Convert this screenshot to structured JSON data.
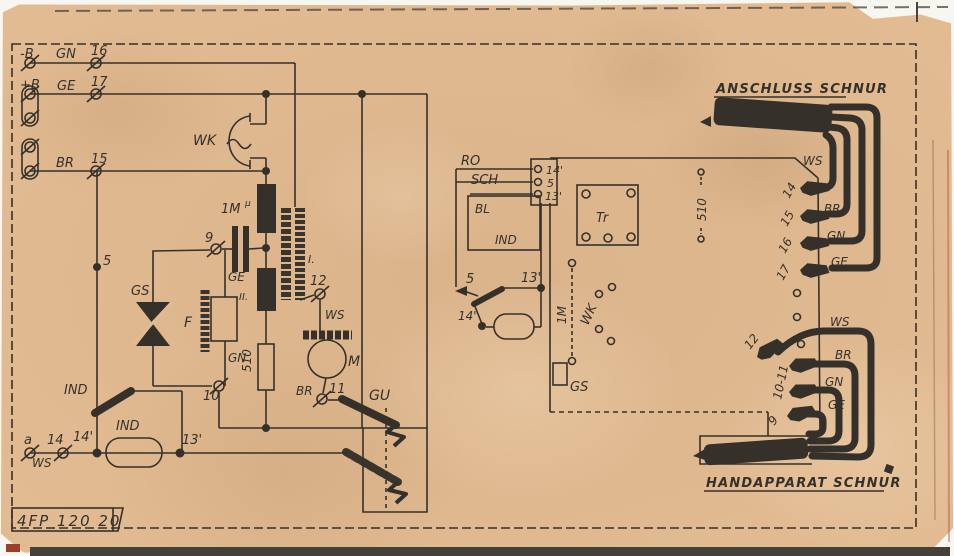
{
  "colors": {
    "paper": "#e2bb92",
    "ink": "#35312a",
    "scan_edge": "#454039",
    "red_mark": "#a03c2e"
  },
  "title_block": {
    "code": "4FP 120 20"
  },
  "schematic": {
    "left_rows": {
      "minus_b": "-B",
      "gn": "GN",
      "t16": "16",
      "plus_b": "+B",
      "ge": "GE",
      "t17": "17",
      "br": "BR",
      "t15": "15"
    },
    "receiver": "WK",
    "capacitor": "1M",
    "capacitor_unit": "µ",
    "t9": "9",
    "t5": "5",
    "rectifier": "GS",
    "relay": "F",
    "ge_wire": "GE",
    "gn_wire": "GN",
    "resistor": "510",
    "t10": "10",
    "winding_primary": "II.",
    "winding_secondary": "I.",
    "t12": "12",
    "ws_wire": "WS",
    "microphone": "M",
    "br_wire": "BR",
    "t11": "11",
    "hook_switch": "GU",
    "ind_contact": "IND",
    "ind_coil": "IND",
    "t_a": "a",
    "t14": "14",
    "t14_prime": "14'",
    "ws_wire2": "WS",
    "t13_prime": "13'"
  },
  "layout": {
    "ro": "RO",
    "sch": "SCH",
    "strip": {
      "t14_prime": "14'",
      "t5": "5",
      "t13_prime": "13'"
    },
    "coil_box": "BL",
    "coil_box_sub": "IND",
    "transformer": "Tr",
    "switch": {
      "t5": "5",
      "t13_prime": "13'",
      "t14_prime": "14'"
    },
    "capacitor": "1M",
    "receiver": "WK",
    "rectifier": "GS",
    "resistor": "510",
    "line_cord": {
      "title": "ANSCHLUSS SCHNUR",
      "terminals": [
        "14",
        "15",
        "16",
        "17"
      ],
      "wires": [
        "WS",
        "BR",
        "GN",
        "GE"
      ]
    },
    "handset_cord": {
      "title": "HANDAPPARAT SCHNUR",
      "terminals": [
        "12",
        "10-11",
        "9"
      ],
      "wires": [
        "WS",
        "BR",
        "GN",
        "GE"
      ]
    }
  }
}
